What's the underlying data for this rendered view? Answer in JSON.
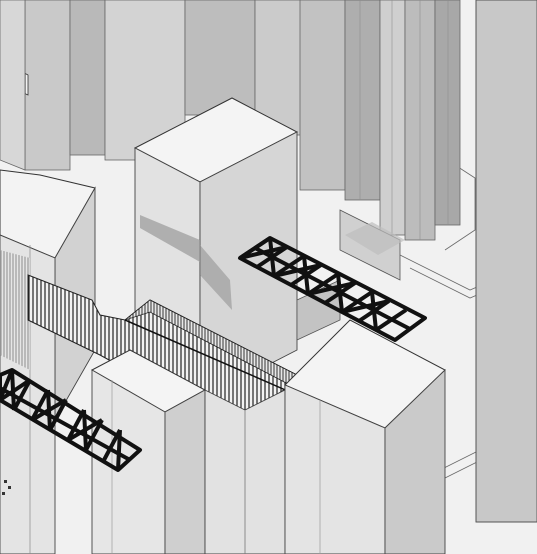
{
  "scene": {
    "colors": {
      "background": "#efefef",
      "ground": "#f6f6f6",
      "roof": "#f3f3f3",
      "wall_light": "#e1e1e1",
      "wall_mid": "#cdcdcd",
      "wall_dark": "#b3b3b3",
      "wall_darker": "#9d9d9d",
      "outline": "#555555",
      "shadow": "#8a8a8a",
      "truss": "#111111",
      "hatch": "#222222"
    },
    "elements": {
      "towers": "isometric-tower-blocks",
      "lattice_bridges": "black-truss-skywalks",
      "hatched_bridge": "striped-pedestrian-bridge"
    }
  }
}
